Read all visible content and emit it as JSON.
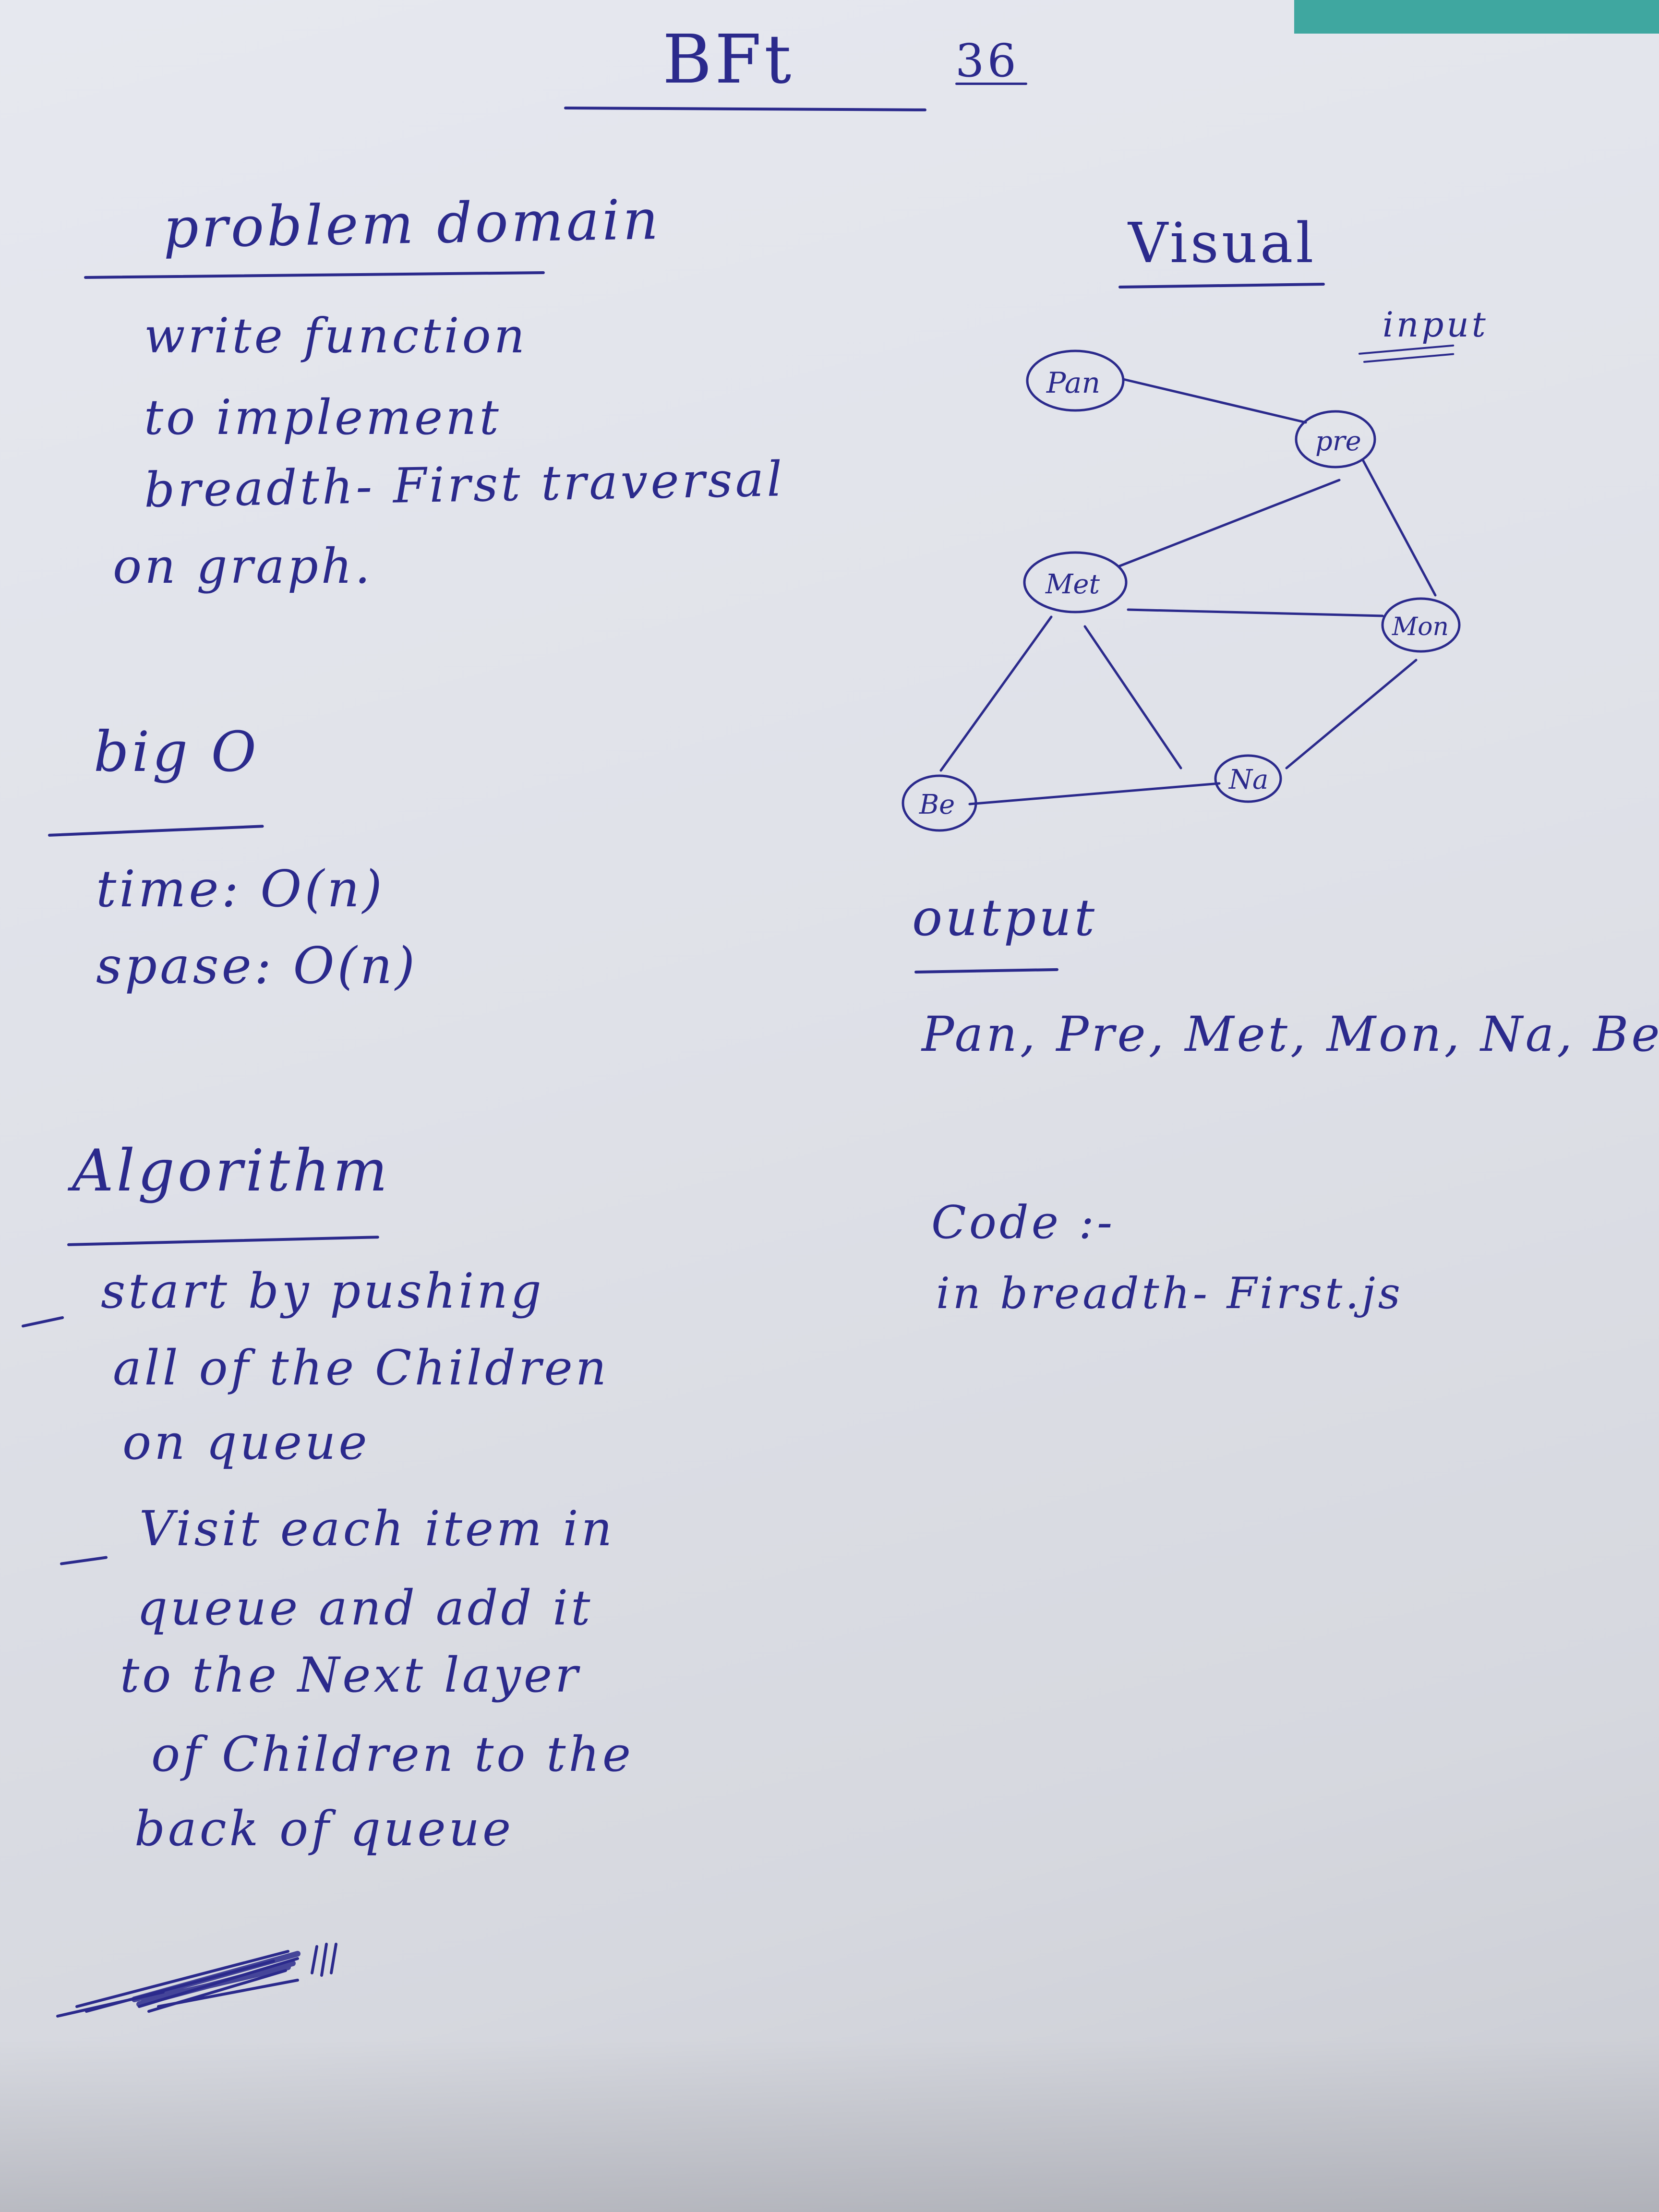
{
  "title": "BFt",
  "page_number": "36",
  "problem": {
    "heading": "problem domain",
    "lines": [
      "write function",
      "to implement",
      "breadth- First traversal",
      "on graph."
    ]
  },
  "big_o": {
    "heading": "big O",
    "time": "time: O(n)",
    "space": "spase: O(n)"
  },
  "algorithm": {
    "heading": "Algorithm",
    "lines": [
      "start by pushing",
      "all of the Children",
      "on queue",
      "Visit each item in",
      "queue and add it",
      "to the Next layer",
      "of Children to the",
      "back of queue"
    ]
  },
  "visual": {
    "heading": "Visual",
    "input_label": "input",
    "nodes": [
      "Pan",
      "pre",
      "Met",
      "Mon",
      "Na",
      "Be"
    ],
    "output_label": "output",
    "output_value": "Pan, Pre, Met, Mon, Na, Be"
  },
  "code": {
    "label": "Code :-",
    "location": "in breadth- First.js"
  },
  "colors": {
    "ink": "#2b2a8c",
    "paper": "#e4e6ed",
    "background_corner": "#3fa7a0"
  }
}
